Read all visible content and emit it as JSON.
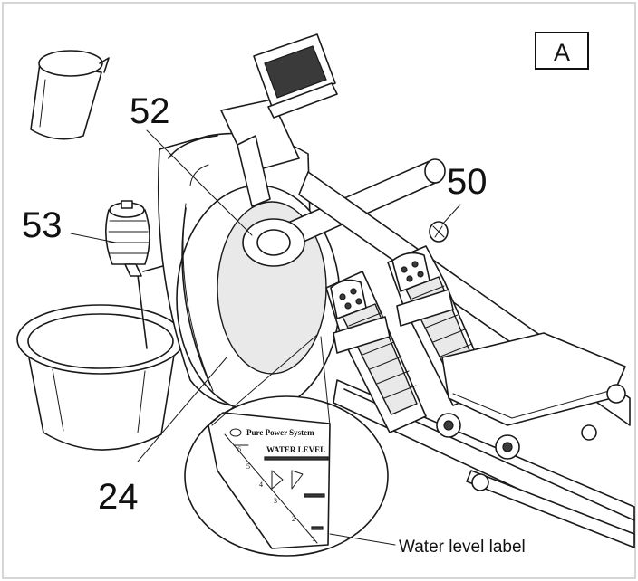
{
  "panel_label": "A",
  "callouts": {
    "part_52": "52",
    "part_50": "50",
    "part_53": "53",
    "part_24": "24"
  },
  "water_level_label": "Water level label",
  "inset": {
    "brand": "Pure Power System",
    "heading": "WATER LEVEL",
    "scale": [
      "6",
      "5",
      "4",
      "3",
      "2",
      "1"
    ]
  }
}
